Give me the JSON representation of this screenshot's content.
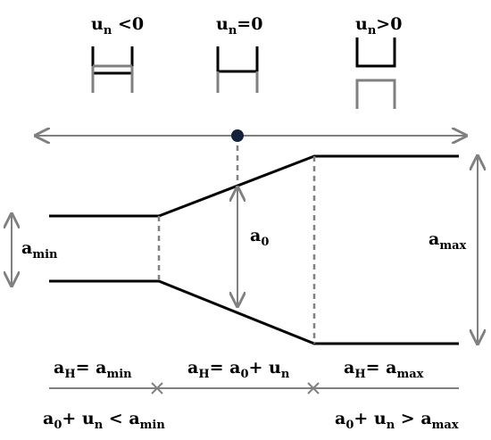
{
  "top_labels": {
    "neg": {
      "base": "u",
      "sub": "n",
      "rest": " <0"
    },
    "zero": {
      "base": "u",
      "sub": "n",
      "rest": "=0"
    },
    "pos": {
      "base": "u",
      "sub": "n",
      "rest": ">0"
    }
  },
  "dim_labels": {
    "amin": {
      "base": "a",
      "sub": "min"
    },
    "a0": {
      "base": "a",
      "sub": "0"
    },
    "amax": {
      "base": "a",
      "sub": "max"
    }
  },
  "region_labels": {
    "left": {
      "p1": "a",
      "s1": "H",
      "p2": "= a",
      "s2": "min"
    },
    "middle": {
      "p1": "a",
      "s1": "H",
      "p2": "= a",
      "s2": "0",
      "p3": "+ u",
      "s3": "n"
    },
    "right": {
      "p1": "a",
      "s1": "H",
      "p2": "= a",
      "s2": "max"
    }
  },
  "condition_labels": {
    "left": {
      "p1": "a",
      "s1": "0",
      "p2": "+ u",
      "s2": "n",
      "p3": " < a",
      "s3": "min"
    },
    "right": {
      "p1": "a",
      "s1": "0",
      "p2": "+ u",
      "s2": "n",
      "p3": " > a",
      "s3": "max"
    }
  },
  "colors": {
    "black": "#000000",
    "gray": "#808080",
    "dark_dot": "#14213d"
  }
}
